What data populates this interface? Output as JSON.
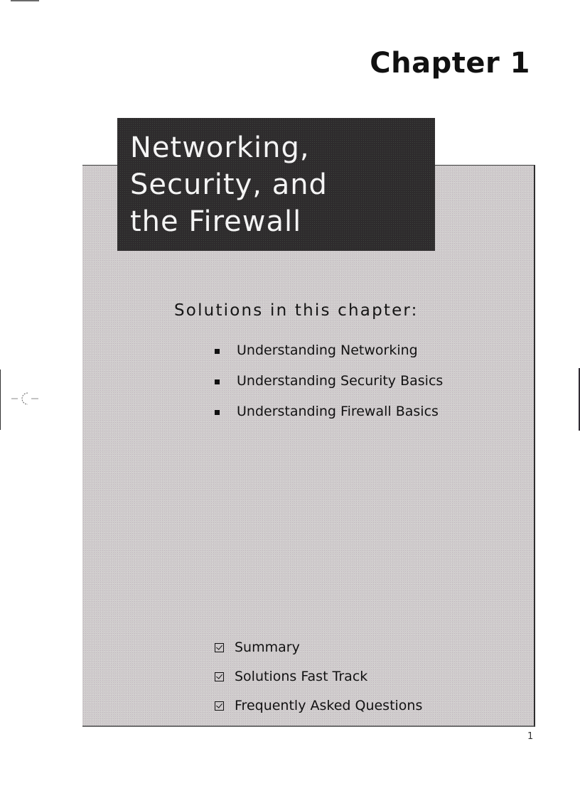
{
  "page": {
    "chapter_label": "Chapter 1",
    "title_lines": [
      "Networking,",
      "Security, and",
      "the Firewall"
    ],
    "solutions_heading": "Solutions in this chapter:",
    "topics": [
      {
        "label": "Understanding Networking",
        "icon": "square-bullet-icon"
      },
      {
        "label": "Understanding Security Basics",
        "icon": "square-bullet-icon"
      },
      {
        "label": "Understanding Firewall Basics",
        "icon": "square-bullet-icon"
      }
    ],
    "features": [
      {
        "label": "Summary",
        "icon": "checked-box-icon"
      },
      {
        "label": "Solutions Fast Track",
        "icon": "checked-box-icon"
      },
      {
        "label": "Frequently Asked Questions",
        "icon": "checked-box-icon"
      }
    ],
    "page_number": "1"
  },
  "colors": {
    "panel_gray": "#cfcccc",
    "title_box_dark": "#2e2b2d",
    "title_text": "#f4f4f4",
    "body_text": "#111111"
  }
}
